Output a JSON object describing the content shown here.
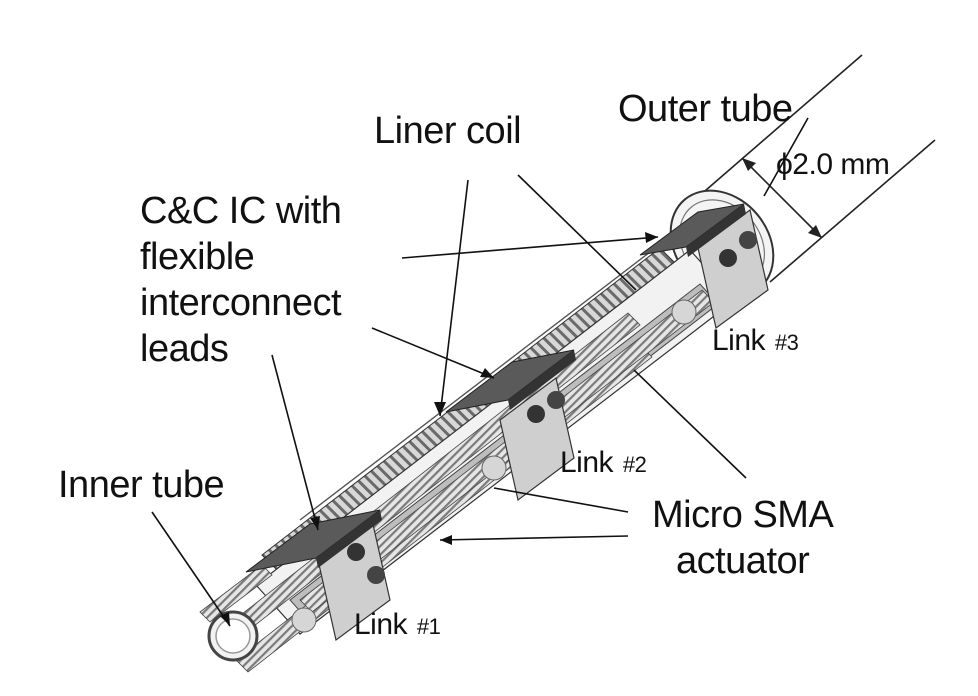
{
  "labels": {
    "outer_tube": "Outer tube",
    "liner_coil": "Liner coil",
    "diameter": "ϕ2.0 mm",
    "cc_ic": [
      "C&C IC with",
      "flexible",
      "interconnect",
      "leads"
    ],
    "inner_tube": "Inner tube",
    "micro_sma": [
      "Micro SMA",
      "actuator"
    ],
    "link1": {
      "word": "Link",
      "num": "#1"
    },
    "link2": {
      "word": "Link",
      "num": "#2"
    },
    "link3": {
      "word": "Link",
      "num": "#3"
    }
  }
}
